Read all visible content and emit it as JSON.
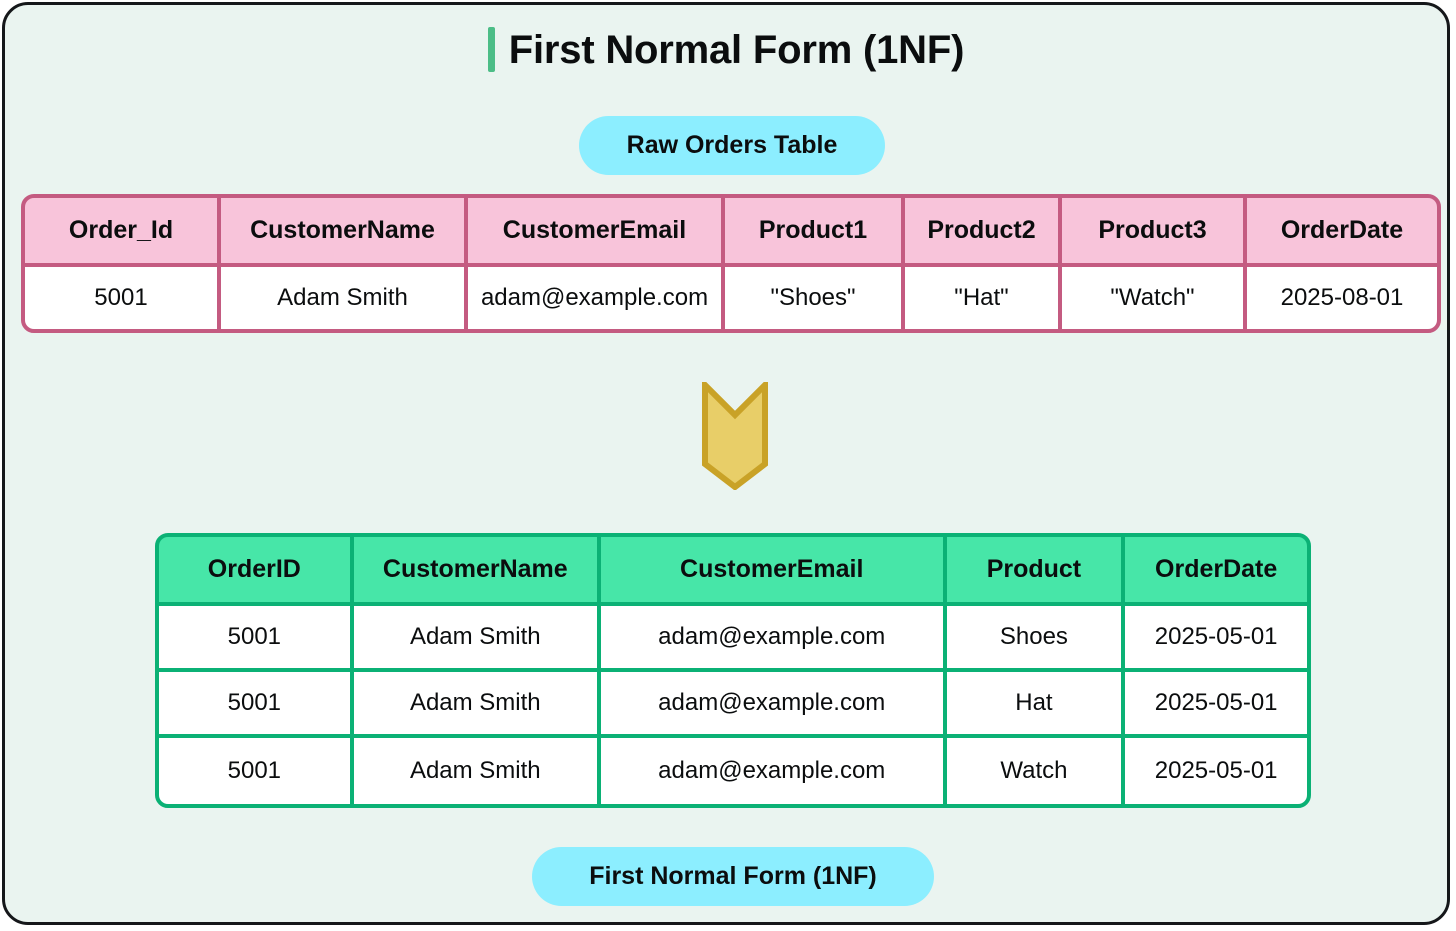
{
  "page": {
    "title": "First Normal Form (1NF)",
    "background_color": "#eaf4f0",
    "frame_border_color": "#15171a",
    "title_accent_color": "#4cbd87"
  },
  "badges": {
    "top": {
      "label": "Raw Orders Table",
      "background_color": "#8ceeff",
      "text_color": "#0b0d0e"
    },
    "bottom": {
      "label": "First Normal Form (1NF)",
      "background_color": "#8ceeff",
      "text_color": "#0b0d0e"
    }
  },
  "arrow": {
    "icon": "down-chevron-banner-icon",
    "fill_color": "#e8ce68",
    "stroke_color": "#c9a227"
  },
  "raw_table": {
    "name": "Raw Orders Table",
    "header_background": "#f8c4da",
    "border_color": "#c45b81",
    "columns": [
      "Order_Id",
      "CustomerName",
      "CustomerEmail",
      "Product1",
      "Product2",
      "Product3",
      "OrderDate"
    ],
    "rows": [
      [
        "5001",
        "Adam Smith",
        "adam@example.com",
        "\"Shoes\"",
        "\"Hat\"",
        "\"Watch\"",
        "2025-08-01"
      ]
    ]
  },
  "normalized_table": {
    "name": "First Normal Form (1NF) Table",
    "header_background": "#47e6a8",
    "border_color": "#0bb175",
    "columns": [
      "OrderID",
      "CustomerName",
      "CustomerEmail",
      "Product",
      "OrderDate"
    ],
    "rows": [
      [
        "5001",
        "Adam Smith",
        "adam@example.com",
        "Shoes",
        "2025-05-01"
      ],
      [
        "5001",
        "Adam Smith",
        "adam@example.com",
        "Hat",
        "2025-05-01"
      ],
      [
        "5001",
        "Adam Smith",
        "adam@example.com",
        "Watch",
        "2025-05-01"
      ]
    ]
  }
}
